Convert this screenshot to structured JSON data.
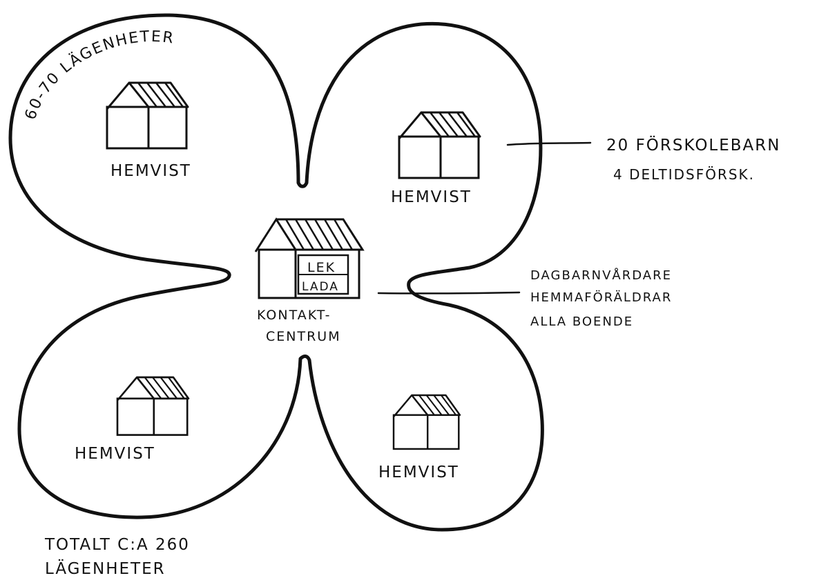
{
  "diagram": {
    "outline_label": "60-70 LÄGENHETER",
    "houses": [
      {
        "label": "HEMVIST"
      },
      {
        "label": "HEMVIST"
      },
      {
        "label": "HEMVIST"
      },
      {
        "label": "HEMVIST"
      }
    ],
    "center": {
      "house_sign_line1": "LEK",
      "house_sign_line2": "LADA",
      "label_line1": "KONTAKT-",
      "label_line2": "CENTRUM"
    },
    "annotation_top": {
      "line1": "20 FÖRSKOLEBARN",
      "line2": "4 DELTIDSFÖRSK."
    },
    "annotation_mid": {
      "line1": "DAGBARNVÅRDARE",
      "line2": "HEMMAFÖRÄLDRAR",
      "line3": "ALLA BOENDE"
    },
    "footer": {
      "line1": "TOTALT C:A 260",
      "line2": "LÄGENHETER"
    }
  },
  "colors": {
    "ink": "#111111",
    "paper": "#ffffff"
  }
}
